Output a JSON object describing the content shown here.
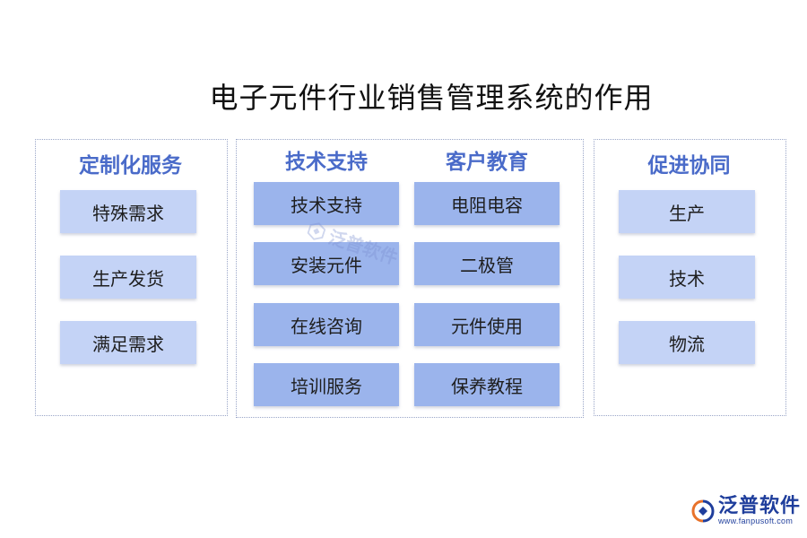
{
  "title": "电子元件行业销售管理系统的作用",
  "left": {
    "heading": "定制化服务",
    "items": [
      "特殊需求",
      "生产发货",
      "满足需求"
    ]
  },
  "middle": {
    "col1": {
      "heading": "技术支持",
      "items": [
        "技术支持",
        "安装元件",
        "在线咨询",
        "培训服务"
      ]
    },
    "col2": {
      "heading": "客户教育",
      "items": [
        "电阻电容",
        "二极管",
        "元件使用",
        "保养教程"
      ]
    }
  },
  "right": {
    "heading": "促进协同",
    "items": [
      "生产",
      "技术",
      "物流"
    ]
  },
  "colors": {
    "heading": "#4a6bc9",
    "box_light": "#c4d3f6",
    "box_dark": "#9bb4ec",
    "brand": "#1f3e9c"
  },
  "watermark": {
    "text": "泛普软件",
    "icon": "fanpu-logo-icon"
  },
  "logo": {
    "name": "泛普软件",
    "url": "www.fanpusoft.com",
    "icon": "fanpu-logo-icon"
  }
}
